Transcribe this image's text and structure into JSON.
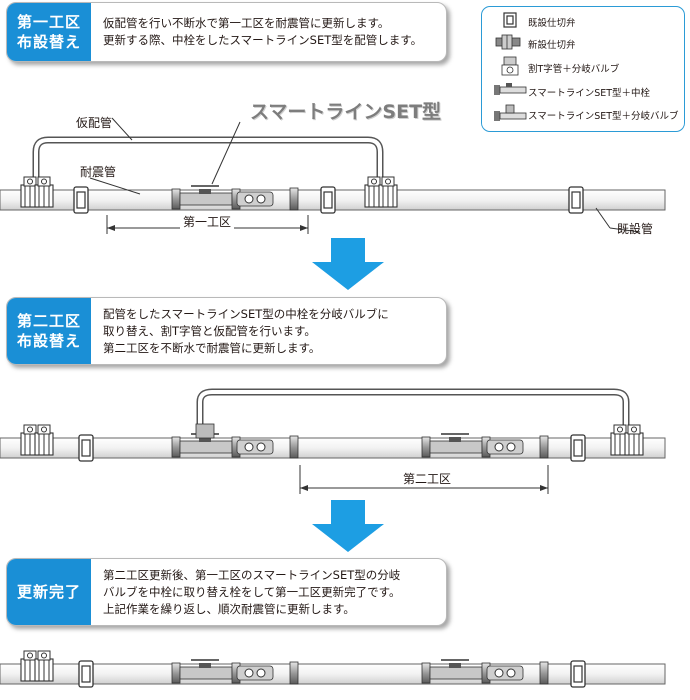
{
  "steps": [
    {
      "badge_line1": "第一工区",
      "badge_line2": "布設替え",
      "lines": [
        "仮配管を行い不断水で第一工区を耐震管に更新します。",
        "更新する際、中栓をしたスマートラインSET型を配管します。"
      ]
    },
    {
      "badge_line1": "第二工区",
      "badge_line2": "布設替え",
      "lines": [
        "配管をしたスマートラインSET型の中栓を分岐バルブに",
        "取り替え、割T字管と仮配管を行います。",
        "第二工区を不断水で耐震管に更新します。"
      ]
    },
    {
      "badge_line1": "更新完了",
      "badge_line2": "",
      "lines": [
        "第二工区更新後、第一工区のスマートラインSET型の分岐",
        "バルブを中栓に取り替え栓をして第一工区更新完了です。",
        "上記作業を繰り返し、順次耐震管に更新します。"
      ]
    }
  ],
  "legend": [
    {
      "icon": "existing-gate-valve-icon",
      "label": "既設仕切弁"
    },
    {
      "icon": "new-gate-valve-icon",
      "label": "新設仕切弁"
    },
    {
      "icon": "split-tee-branch-valve-icon",
      "label": "割T字管＋分岐バルブ"
    },
    {
      "icon": "smartline-set-plug-icon",
      "label": "スマートラインSET型＋中栓"
    },
    {
      "icon": "smartline-set-branch-valve-icon",
      "label": "スマートラインSET型＋分岐バルブ"
    }
  ],
  "diagram1": {
    "headline": "スマートラインSET型",
    "temporary_pipe": "仮配管",
    "seismic_pipe": "耐震管",
    "existing_pipe": "既設管",
    "section": "第一工区"
  },
  "diagram2": {
    "section": "第二工区"
  },
  "colors": {
    "accent": "#1a8fd6",
    "arrow": "#1d9ee3",
    "pipe_line": "#3a3a3a"
  }
}
